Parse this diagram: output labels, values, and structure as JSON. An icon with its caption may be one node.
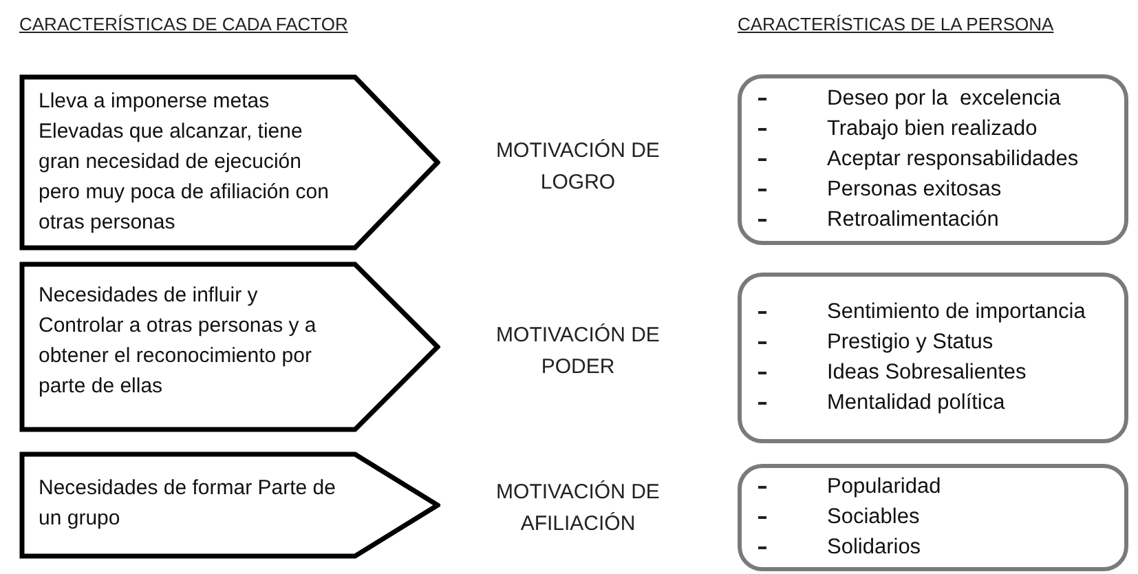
{
  "diagram": {
    "nodes": [
      {
        "text": [
          "Lleva a imponerse metas Elevadas que alcanzar, tiene gran necesidad de ejecución pero muy poca de afiliación con otras personas"
        ]
      },
      {
        "text": [
          "Necesidades de influir y Controlar a otras personas y a obtener el reconocimiento por parte de ellas"
        ]
      },
      {
        "text": [
          "Necesidades de formar Parte de un grupo"
        ]
      },
      {
        "text": [
          "Deseo por la  excelencia",
          "Trabajo bien realizado",
          "Aceptar responsabilidades",
          "Personas exitosas",
          "Retroalimentación"
        ]
      },
      {
        "text": [
          "Sentimiento de importancia",
          "Prestigio y Status",
          "Ideas Sobresalientes",
          "Mentalidad política"
        ]
      },
      {
        "text": [
          "Popularidad",
          "Sociables",
          "Solidarios"
        ]
      }
    ],
    "labels": [
      "CARACTERÍSTICAS DE CADA FACTOR",
      "CARACTERÍSTICAS DE LA PERSONA",
      "MOTIVACIÓN DE LOGRO",
      "MOTIVACIÓN DE PODER",
      "MOTIVACIÓN DE AFILIACIÓN"
    ]
  }
}
